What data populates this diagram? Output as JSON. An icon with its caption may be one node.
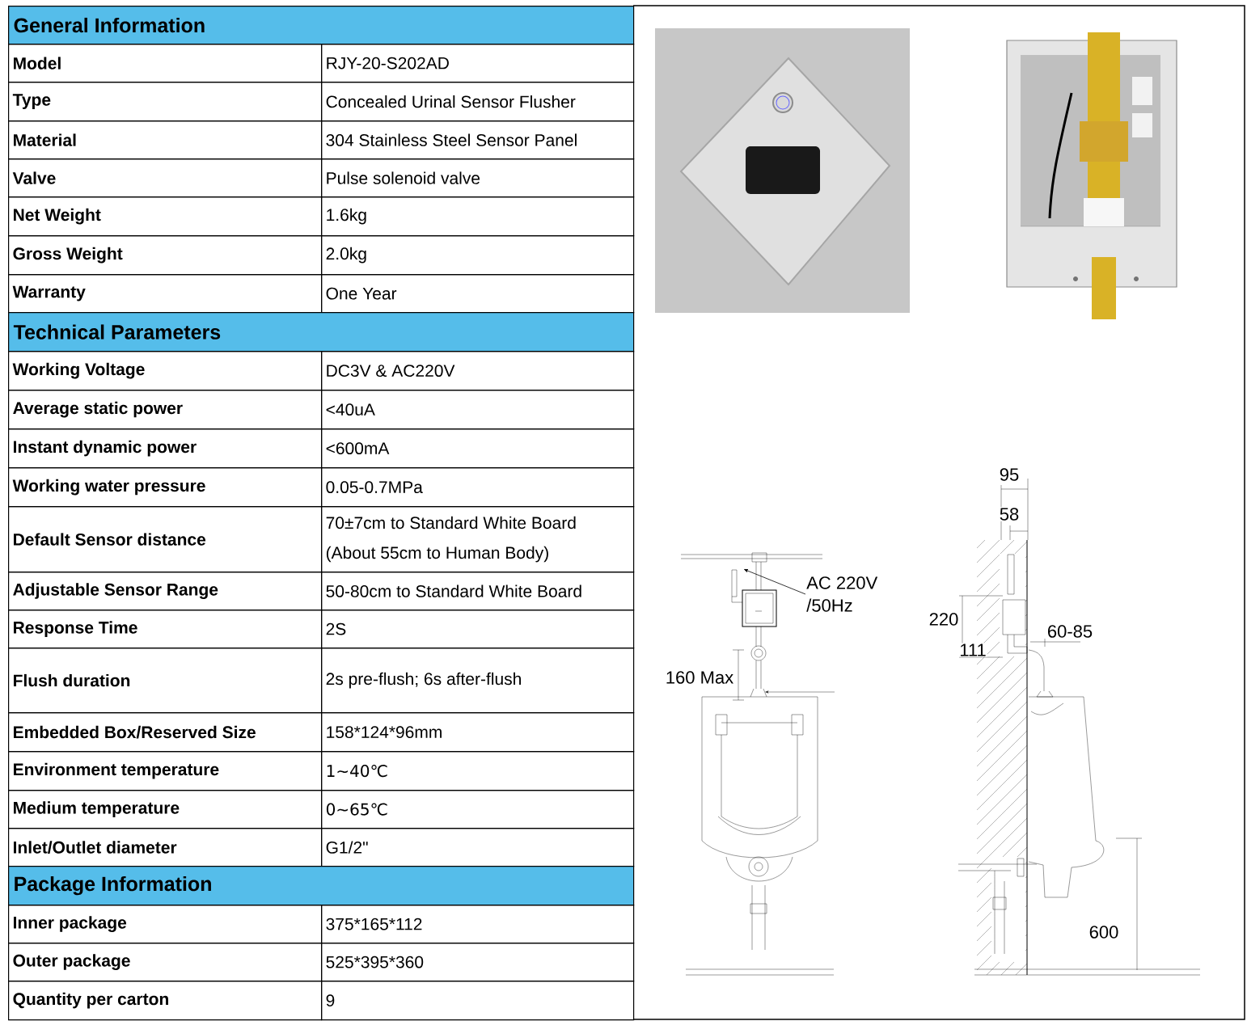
{
  "diagram": {
    "nodes": [
      {
        "text": [
          "AC 220V /50Hz"
        ]
      },
      {
        "text": [],
        "shape": "picture"
      }
    ],
    "edges": [
      {
        "from": 0,
        "to": 1,
        "arrow": "to"
      }
    ],
    "labels": [
      "General Information",
      "Model",
      "RJY-20-S202AD",
      "Type",
      "Concealed Urinal Sensor Flusher",
      "Material",
      "304 Stainless Steel Sensor Panel",
      "Valve",
      "Pulse solenoid valve",
      "Net Weight",
      "1.6kg",
      "Gross Weight",
      "2.0kg",
      "Warranty",
      "One Year",
      "Technical Parameters",
      "Working Voltage",
      "DC3V & AC220V",
      "Average static power",
      "<40uA",
      "Instant dynamic power",
      "<600mA",
      "Working water pressure",
      "0.05-0.7MPa",
      "Default Sensor distance",
      "70±7cm  to Standard White Board (About 55cm to Human Body)",
      "Adjustable Sensor Range",
      "50-80cm to Standard White Board",
      "Response Time",
      "2S",
      "Flush duration",
      "2s pre-flush; 6s after-flush",
      "Embedded Box/Reserved Size",
      "158*124*96mm",
      "Environment temperature",
      "1~40℃",
      "Medium temperature",
      "0~65℃",
      "Inlet/Outlet diameter",
      "G1/2\"",
      "Package Information",
      "Inner package",
      "375*165*112",
      "Outer package",
      "525*395*360",
      "Quantity per carton",
      "9",
      "95",
      "58",
      "220",
      "60-85",
      "111",
      "160 Max",
      "600"
    ]
  }
}
